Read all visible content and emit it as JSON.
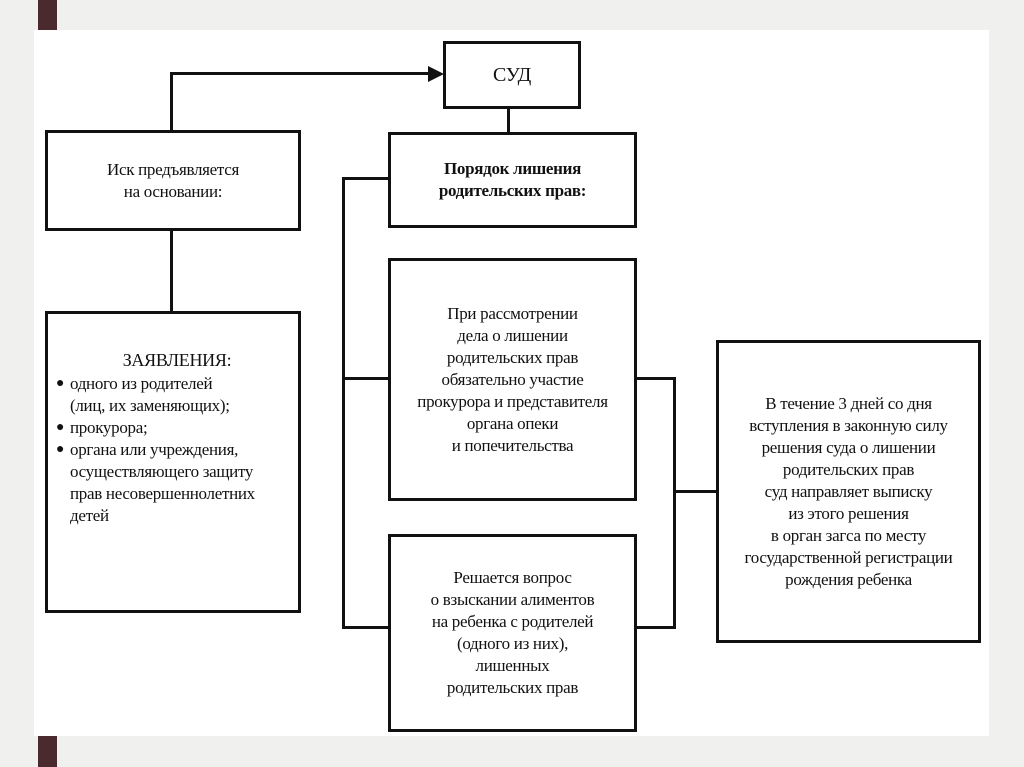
{
  "diagram": {
    "court": {
      "label": "СУД"
    },
    "claim_basis": {
      "lines": [
        "Иск предъявляется",
        "на основании:"
      ]
    },
    "applications": {
      "heading": "ЗАЯВЛЕНИЯ:",
      "items": [
        {
          "lines": [
            "одного из родителей",
            "(лиц, их заменяющих);"
          ]
        },
        {
          "lines": [
            "прокурора;"
          ]
        },
        {
          "lines": [
            "органа или учреждения,",
            "осуществляющего защиту",
            "прав несовершеннолетних",
            "детей"
          ]
        }
      ]
    },
    "procedure": {
      "lines": [
        "Порядок лишения",
        "родительских прав:"
      ]
    },
    "participation": {
      "lines": [
        "При рассмотрении",
        "дела о лишении",
        "родительских прав",
        "обязательно участие",
        "прокурора и представителя",
        "органа опеки",
        "и попечительства"
      ]
    },
    "alimony": {
      "lines": [
        "Решается вопрос",
        "о взыскании алиментов",
        "на ребенка с родителей",
        "(одного из них),",
        "лишенных",
        "родительских прав"
      ]
    },
    "registry": {
      "lines": [
        "В течение 3 дней со дня",
        "вступления в законную силу",
        "решения суда о лишении",
        "родительских прав",
        "суд направляет выписку",
        "из этого решения",
        "в орган загса по месту",
        "государственной регистрации",
        "рождения ребенка"
      ]
    }
  },
  "colors": {
    "accent_bar": "#4a2a2e",
    "background": "#f0f0ee",
    "slide": "#ffffff",
    "ink": "#111111"
  }
}
